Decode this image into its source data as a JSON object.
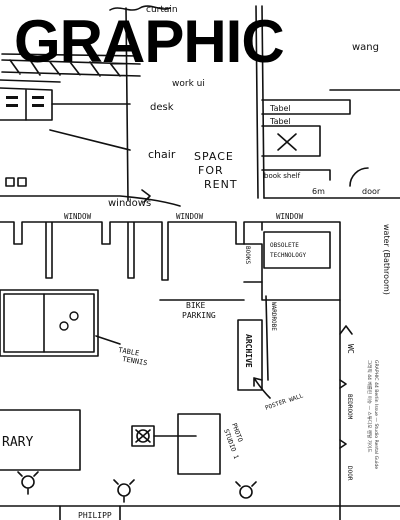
{
  "masthead": {
    "title": "GRAPHIC"
  },
  "upper_plan": {
    "curtain": "curtain",
    "wang": "wang",
    "work_ui": "work ui",
    "desk": "desk",
    "tabel_1": "Tabel",
    "tabel_2": "Tabel",
    "chair": "chair",
    "space_for_rent": [
      "SPACE",
      "FOR",
      "RENT"
    ],
    "book_shelf": "book shelf",
    "distance": "6m",
    "door": "door",
    "window": "windows"
  },
  "lower_plan": {
    "windows": [
      "WINDOW",
      "WINDOW",
      "WINDOW"
    ],
    "books": "BOOKS",
    "obsolete_technology": [
      "OBSOLETE",
      "TECHNOLOGY"
    ],
    "water_room": "water (Bathroom)",
    "bike_parking": [
      "BIKE",
      "PARKING"
    ],
    "wardrobe": "WARDROBE",
    "archive": "ARCHIVE",
    "wc": "WC",
    "table_tennis": [
      "TABLE",
      "TENNIS"
    ],
    "poster_wall": [
      "POSTER",
      "WALL"
    ],
    "library": "RARY",
    "photo_studio": [
      "PHOTO",
      "STUDIO 1"
    ],
    "bedroom": "BEDROOM",
    "door_label": "DOOR",
    "bottom_label": "PHILIPP"
  },
  "spine": {
    "line_1": "그래픽 44 베를린 이슈 — 스튜디오 렌탈 가이드",
    "line_2": "GRAPHIC 44 Berlin Issue — Studio Rental Guide"
  }
}
